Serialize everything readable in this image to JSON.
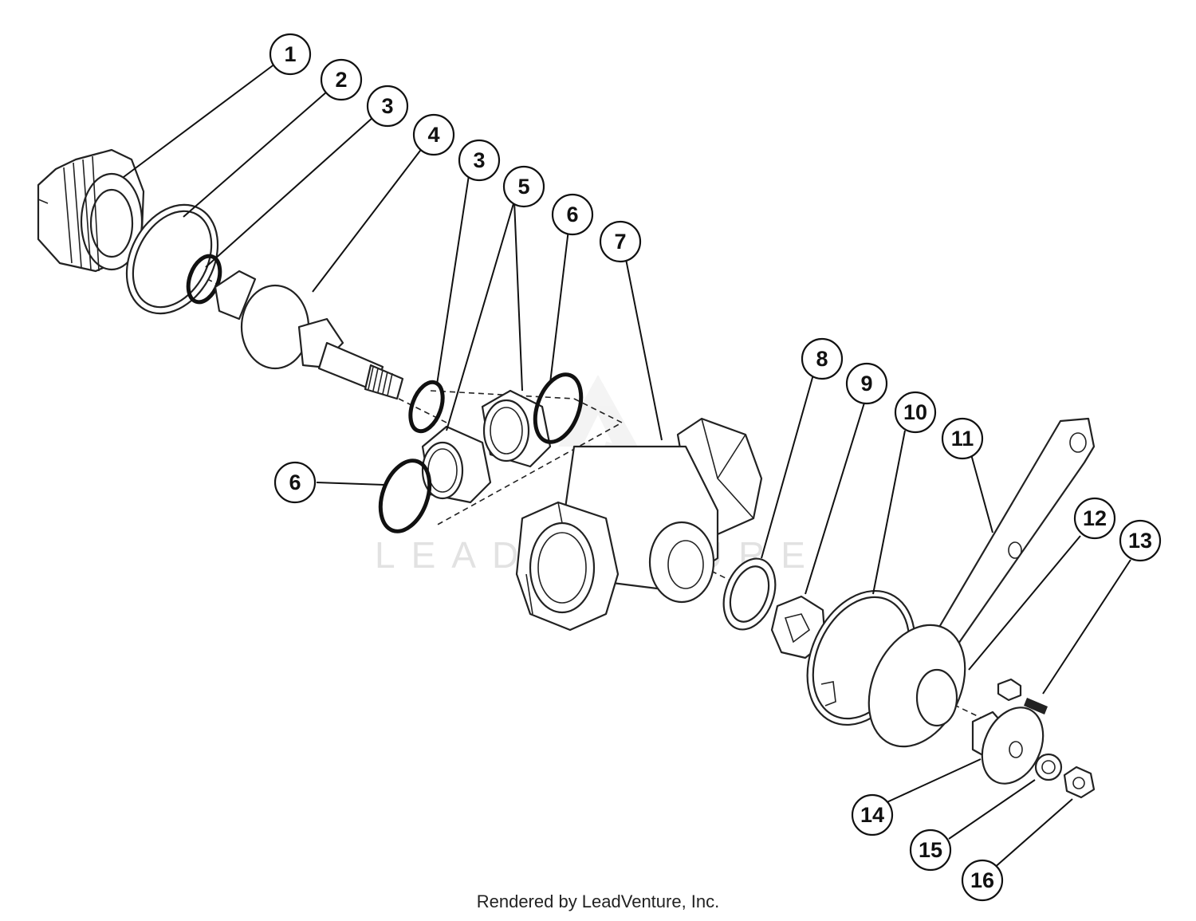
{
  "watermark": "LEADVENTURE",
  "footer": "Rendered by LeadVenture, Inc.",
  "callouts": [
    {
      "id": "c1",
      "label": "1"
    },
    {
      "id": "c2",
      "label": "2"
    },
    {
      "id": "c3a",
      "label": "3"
    },
    {
      "id": "c4",
      "label": "4"
    },
    {
      "id": "c3b",
      "label": "3"
    },
    {
      "id": "c5",
      "label": "5"
    },
    {
      "id": "c6a",
      "label": "6"
    },
    {
      "id": "c7",
      "label": "7"
    },
    {
      "id": "c6b",
      "label": "6"
    },
    {
      "id": "c8",
      "label": "8"
    },
    {
      "id": "c9",
      "label": "9"
    },
    {
      "id": "c10",
      "label": "10"
    },
    {
      "id": "c11",
      "label": "11"
    },
    {
      "id": "c12",
      "label": "12"
    },
    {
      "id": "c13",
      "label": "13"
    },
    {
      "id": "c14",
      "label": "14"
    },
    {
      "id": "c15",
      "label": "15"
    },
    {
      "id": "c16",
      "label": "16"
    }
  ]
}
